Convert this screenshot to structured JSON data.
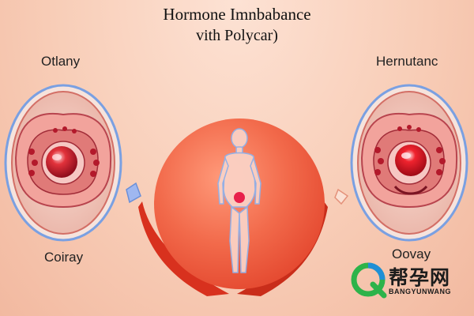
{
  "title": {
    "line1": "Hormone Imnbabance",
    "line2": "vith Polycar)"
  },
  "labels": {
    "top_left": "Otlany",
    "top_right": "Hernutanc",
    "bottom_left": "Coiray",
    "bottom_right": "Oovay"
  },
  "watermark": {
    "brand_cn": "帮孕网",
    "brand_en": "BANGYUNWANG"
  },
  "colors": {
    "background": "#f7c9b2",
    "center_orb": "#f26a4b",
    "ovary_red": "#c8102e",
    "ring_blue": "#6a8fd8",
    "logo_green": "#2db34a",
    "logo_blue": "#1f8fd6"
  },
  "icons": [
    "ovary-illustration",
    "human-body-silhouette",
    "arrow-icon",
    "brand-logo-icon"
  ]
}
